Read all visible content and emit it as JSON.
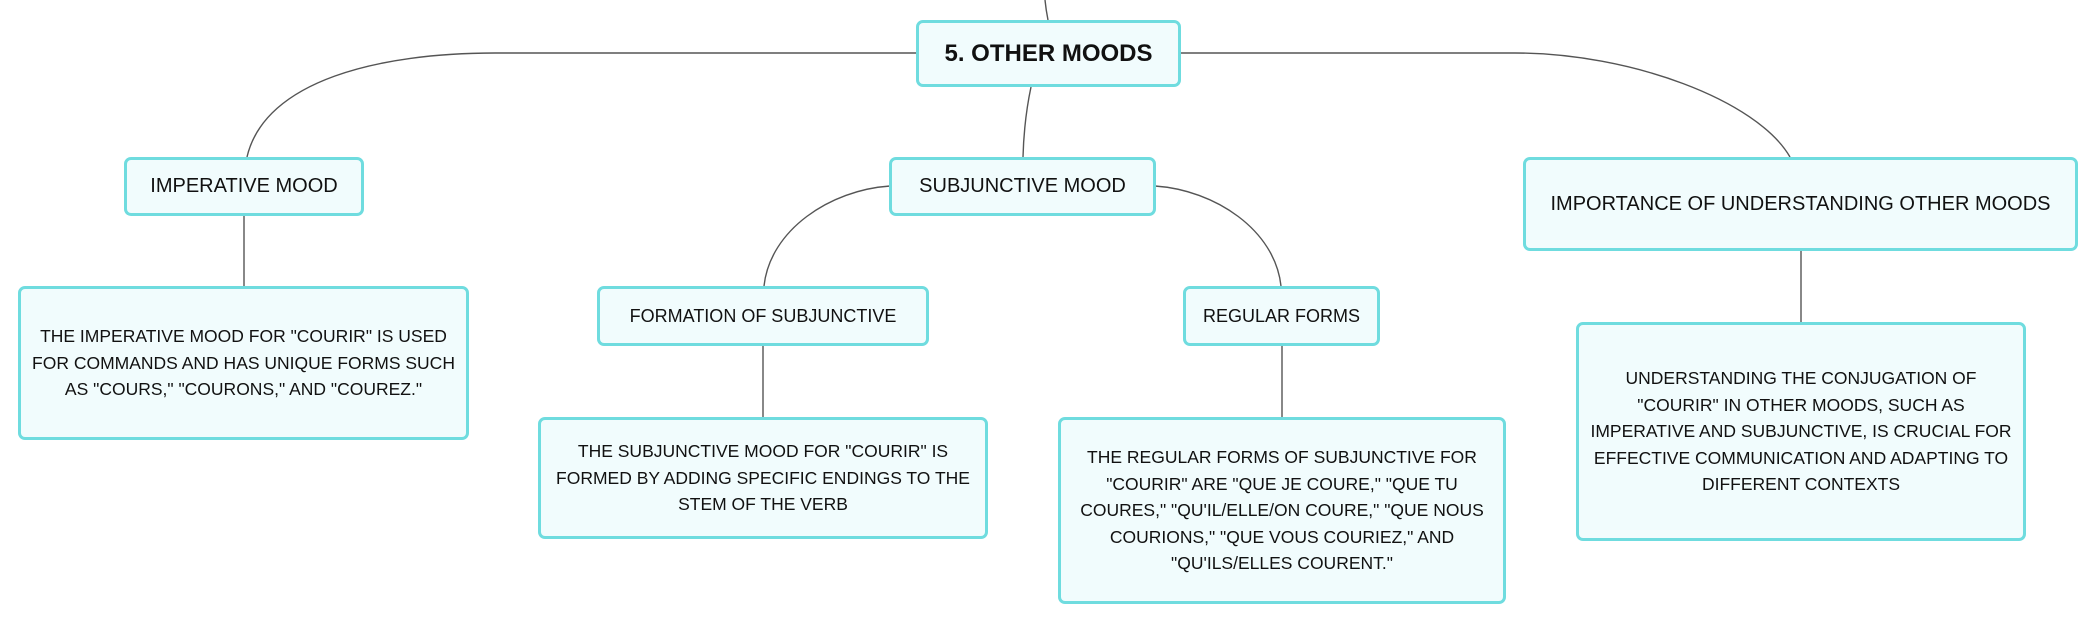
{
  "diagram": {
    "root": {
      "label": "5. OTHER MOODS"
    },
    "branches": {
      "imperative": {
        "label": "IMPERATIVE MOOD",
        "detail": "THE IMPERATIVE MOOD FOR \"COURIR\" IS USED FOR COMMANDS AND HAS UNIQUE FORMS SUCH AS \"COURS,\" \"COURONS,\" AND \"COUREZ.\""
      },
      "subjunctive": {
        "label": "SUBJUNCTIVE MOOD",
        "formation": {
          "label": "FORMATION OF SUBJUNCTIVE",
          "detail": "THE SUBJUNCTIVE MOOD FOR \"COURIR\" IS FORMED BY ADDING SPECIFIC ENDINGS TO THE STEM OF THE VERB"
        },
        "regular": {
          "label": "REGULAR FORMS",
          "detail": "THE REGULAR FORMS OF SUBJUNCTIVE FOR \"COURIR\" ARE \"QUE JE COURE,\" \"QUE TU COURES,\" \"QU'IL/ELLE/ON COURE,\" \"QUE NOUS COURIONS,\" \"QUE VOUS COURIEZ,\" AND \"QU'ILS/ELLES COURENT.\""
        }
      },
      "importance": {
        "label": "IMPORTANCE OF UNDERSTANDING OTHER MOODS",
        "detail": "UNDERSTANDING THE CONJUGATION OF \"COURIR\" IN OTHER MOODS, SUCH AS IMPERATIVE AND SUBJUNCTIVE, IS CRUCIAL FOR EFFECTIVE COMMUNICATION AND ADAPTING TO DIFFERENT CONTEXTS"
      }
    },
    "colors": {
      "node_fill": "#f1fcfd",
      "node_border": "#6fdcdf",
      "connector": "#555555",
      "text": "#111111"
    }
  }
}
